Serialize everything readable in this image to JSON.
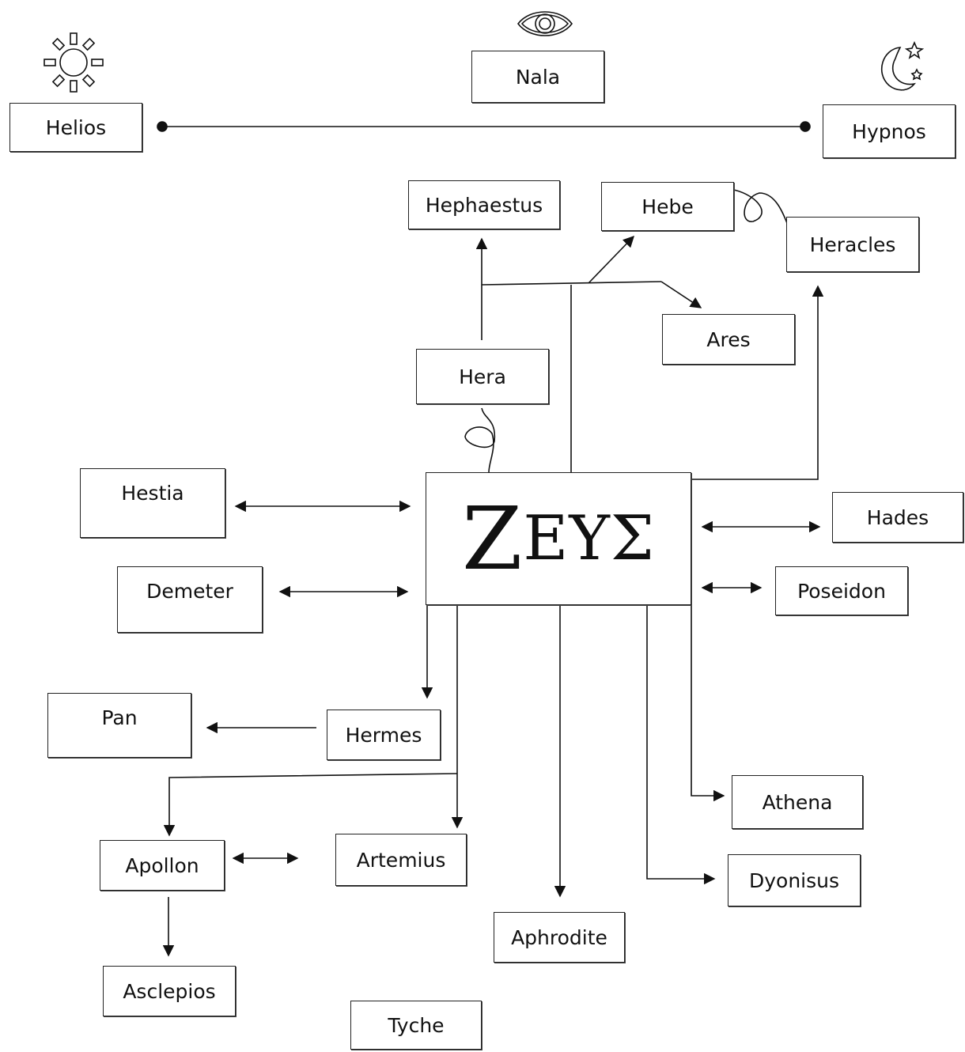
{
  "center": {
    "text_initial": "Z",
    "text_rest": "ΕΥΣ"
  },
  "nodes": {
    "helios": "Helios",
    "nala": "Nala",
    "hypnos": "Hypnos",
    "hephaestus": "Hephaestus",
    "hebe": "Hebe",
    "heracles": "Heracles",
    "ares": "Ares",
    "hera": "Hera",
    "hestia": "Hestia",
    "hades": "Hades",
    "demeter": "Demeter",
    "poseidon": "Poseidon",
    "pan": "Pan",
    "hermes": "Hermes",
    "athena": "Athena",
    "apollon": "Apollon",
    "artemius": "Artemius",
    "dyonisus": "Dyonisus",
    "aphrodite": "Aphrodite",
    "asclepios": "Asclepios",
    "tyche": "Tyche"
  },
  "icons": {
    "sun": "sun-icon",
    "eye": "eye-icon",
    "moon": "moon-stars-icon"
  }
}
